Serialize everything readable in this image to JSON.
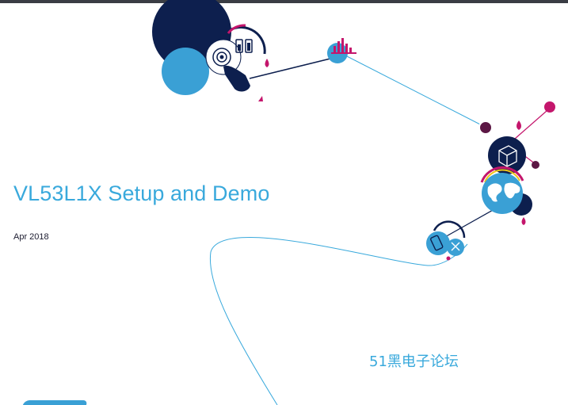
{
  "slide": {
    "title": "VL53L1X Setup and Demo",
    "date": "Apr 2018",
    "watermark": "51黑电子论坛"
  },
  "icons": [
    "touch-finger-icon",
    "battery-icon",
    "signal-bars-icon",
    "cube-icon",
    "globe-icon",
    "smartphone-network-icon"
  ],
  "colors": {
    "title": "#39a9dc",
    "navy": "#0d1f4e",
    "light_blue": "#3aa0d5",
    "magenta": "#c4166c",
    "plum": "#5c1744",
    "top_bar": "#3a3d44"
  }
}
